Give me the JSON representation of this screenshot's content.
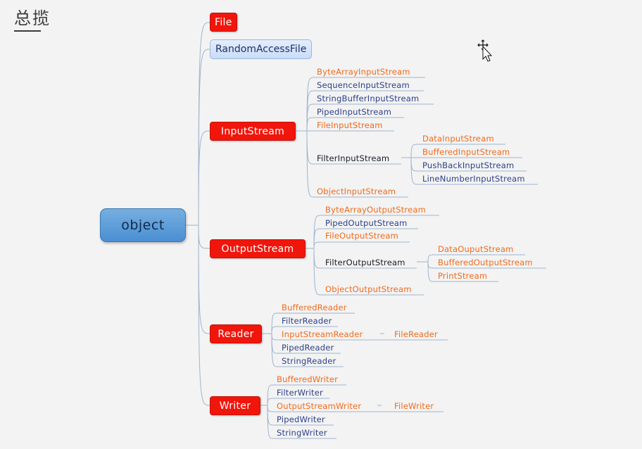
{
  "title": "总揽",
  "root": "object",
  "nodes": {
    "file": "File",
    "random_access_file": "RandomAccessFile",
    "input_stream": "InputStream",
    "output_stream": "OutputStream",
    "reader": "Reader",
    "writer": "Writer"
  },
  "input_stream_children": {
    "byte_array": "ByteArrayInputStream",
    "sequence": "SequenceInputStream",
    "string_buffer": "StringBufferInputStream",
    "piped": "PipedInputStream",
    "file": "FileInputStream",
    "filter": "FilterInputStream",
    "object": "ObjectInputStream"
  },
  "filter_input_children": {
    "data": "DataInputStream",
    "buffered": "BufferedInputStream",
    "push_back": "PushBackInputStream",
    "line_number": "LineNumberInputStream"
  },
  "output_stream_children": {
    "byte_array": "ByteArrayOutputStream",
    "piped": "PipedOutputStream",
    "file": "FileOutputStream",
    "filter": "FilterOutputStream",
    "object": "ObjectOutputStream"
  },
  "filter_output_children": {
    "data": "DataOuputStream",
    "buffered": "BufferedOutputStream",
    "print": "PrintStream"
  },
  "reader_children": {
    "buffered": "BufferedReader",
    "filter": "FilterReader",
    "input_stream_reader": "InputStreamReader",
    "piped": "PipedReader",
    "string": "StringReader"
  },
  "input_stream_reader_children": {
    "file": "FileReader"
  },
  "writer_children": {
    "buffered": "BufferedWriter",
    "filter": "FilterWriter",
    "output_stream_writer": "OutputStreamWriter",
    "piped": "PipedWriter",
    "string": "StringWriter"
  },
  "output_stream_writer_children": {
    "file": "FileWriter"
  },
  "colors": {
    "red_node": "#f0160c",
    "root_node": "#4a8fd2",
    "leaf_blue": "#2c3f8a",
    "leaf_orange": "#f26a1b",
    "connector": "#9fb4cf",
    "background": "#f3f3f3"
  }
}
